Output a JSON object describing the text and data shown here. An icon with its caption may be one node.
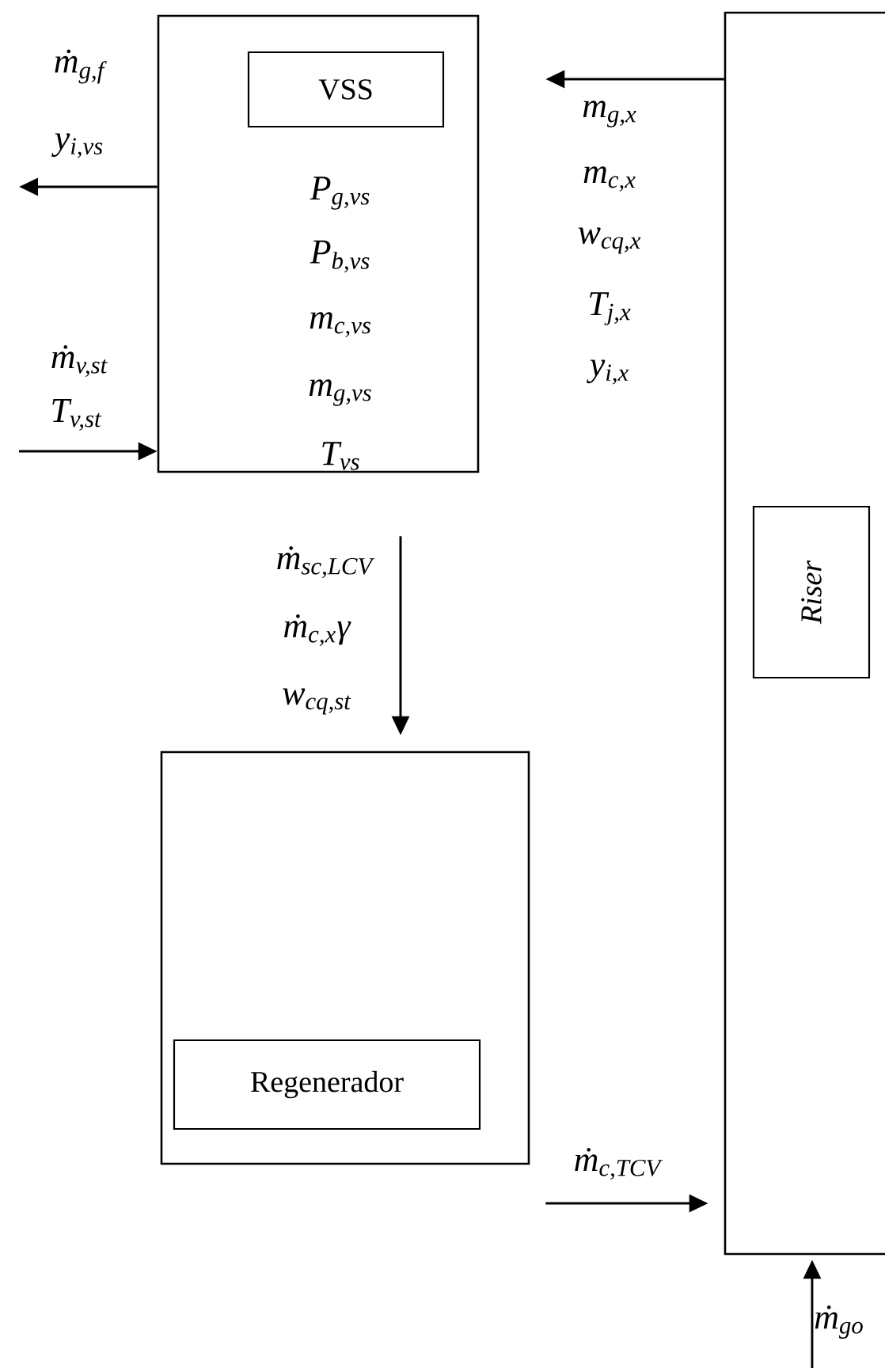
{
  "diagram": {
    "nodes": [
      {
        "text": [
          "*P*$_{g,vs}$",
          "*P*$_{b,vs}$",
          "*m*$_{c,vs}$",
          "*m*$_{g,vs}$",
          "*T*$_{vs}$"
        ]
      },
      {
        "text": [
          "VSS"
        ],
        "in": 0
      },
      {
        "text": [],
        "shape": "box"
      },
      {
        "text": [
          "Regenerador"
        ],
        "in": 2
      },
      {
        "text": [],
        "shape": "box"
      },
      {
        "text": [
          "Riser"
        ],
        "in": 4
      }
    ],
    "edges": [
      {
        "from": 0,
        "to": null,
        "arrow": "to"
      },
      {
        "from": null,
        "to": 0,
        "arrow": "to"
      },
      {
        "from": 4,
        "to": 0,
        "arrow": "to"
      },
      {
        "from": 0,
        "to": 2,
        "arrow": "to"
      },
      {
        "from": 2,
        "to": 4,
        "arrow": "to"
      },
      {
        "from": null,
        "to": 4,
        "arrow": "to"
      }
    ],
    "labels": [
      "*ṁ*$_{g,f}$",
      "*y*$_{i,vs}$",
      "*ṁ*$_{v,st}$",
      "*T*$_{v,st}$",
      "*m*$_{g,x}$",
      "*m*$_{c,x}$",
      "*w*$_{cq,x}$",
      "*T*$_{j,x}$",
      "*y*$_{i,x}$",
      "*ṁ*$_{sc,LCV}$",
      "*ṁ*$_{c,x}$*γ*",
      "*w*$_{cq,st}$",
      "*ṁ*$_{c,TCV}$",
      "*ṁ*$_{go}$"
    ]
  }
}
